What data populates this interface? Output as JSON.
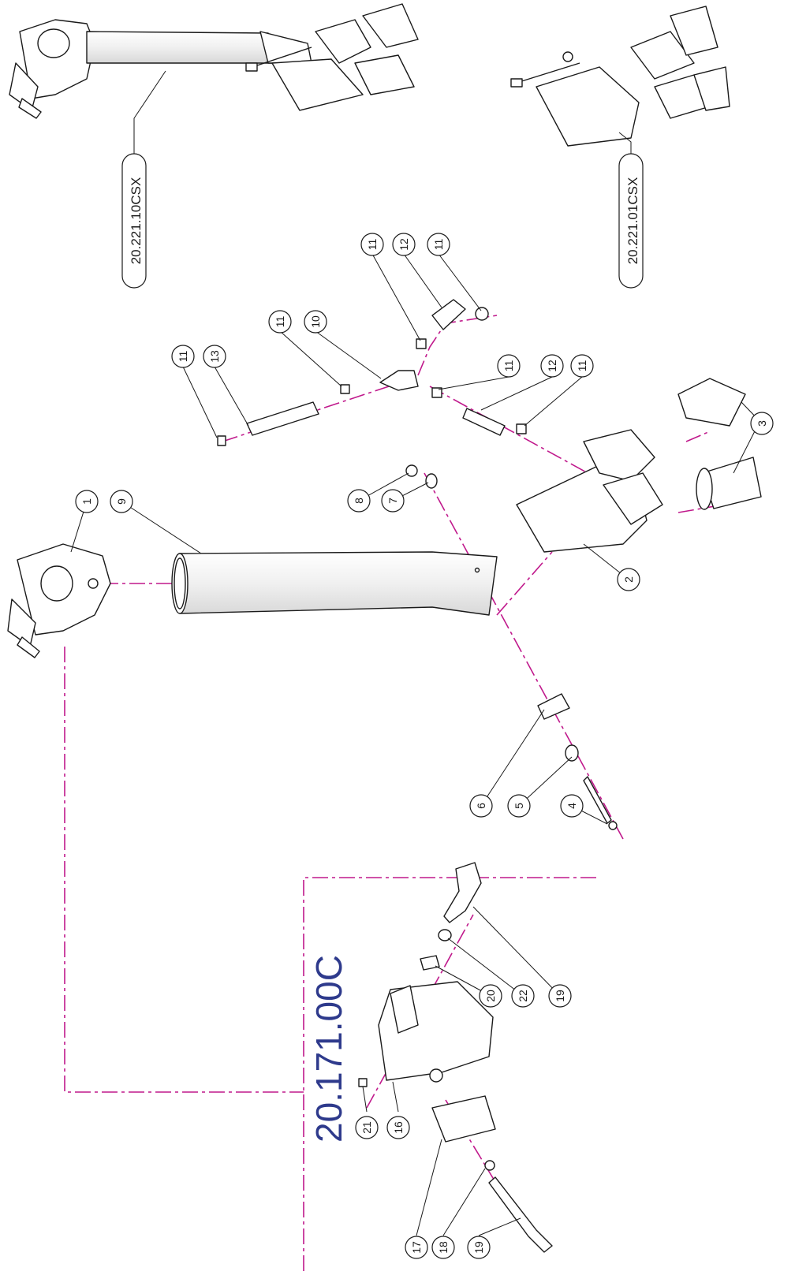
{
  "diagram": {
    "colors": {
      "leader": "#c0198c",
      "line": "#1a1a1a",
      "title": "#2e3a8c",
      "fill": "#f4f4f4"
    },
    "assembly_codes": [
      "20.221.10CSX",
      "20.221.01CSX"
    ],
    "subassembly_title": "20.171.00C",
    "callouts": [
      "1",
      "2",
      "3",
      "4",
      "5",
      "6",
      "7",
      "8",
      "9",
      "10",
      "11",
      "11",
      "11",
      "11",
      "11",
      "11",
      "12",
      "12",
      "13",
      "16",
      "17",
      "18",
      "19",
      "19",
      "20",
      "21",
      "22"
    ]
  }
}
